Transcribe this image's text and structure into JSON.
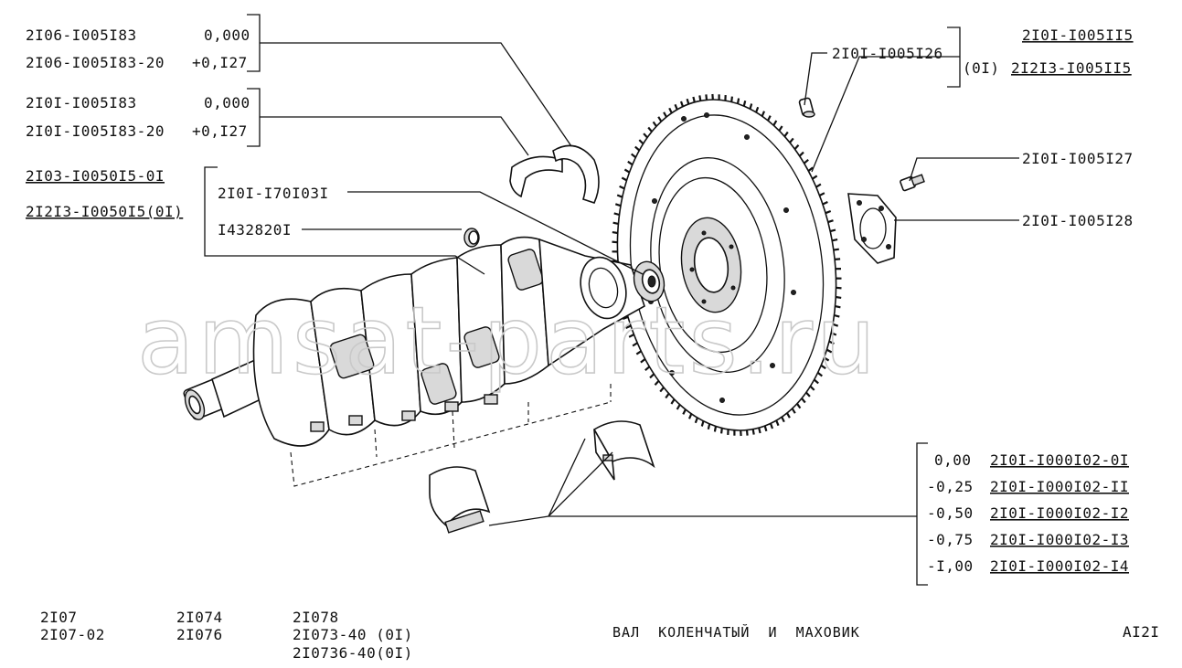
{
  "watermark": "amsat-parts.ru",
  "title": "ВАЛ  КОЛЕНЧАТЫЙ  И  МАХОВИК",
  "page_code": "AI2I",
  "models": {
    "col1": [
      "2I07",
      "2I07-02"
    ],
    "col2": [
      "2I074",
      "2I076"
    ],
    "col3": [
      "2I078",
      "2I073-40 (0I)",
      "2I0736-40(0I)"
    ]
  },
  "thrust_halfwashers": {
    "group1": [
      {
        "part": "2I06-I005I83",
        "size": "0,000"
      },
      {
        "part": "2I06-I005I83-20",
        "size": "+0,I27"
      }
    ],
    "group2": [
      {
        "part": "2I0I-I005I83",
        "size": "0,000"
      },
      {
        "part": "2I0I-I005I83-20",
        "size": "+0,I27"
      }
    ]
  },
  "crankshaft": {
    "parts": [
      "2I03-I0050I5-0I",
      "2I2I3-I0050I5(0I)"
    ],
    "bearing": "2I0I-I70I03I",
    "plug": "I432820I"
  },
  "flywheel": {
    "bolt": "2I0I-I005I26",
    "variant_a": "2I0I-I005II5",
    "variant_prefix": "(0I)",
    "variant_b": "2I2I3-I005II5",
    "washer_bolt": "2I0I-I005I27",
    "washer": "2I0I-I005I28"
  },
  "main_bearings": [
    {
      "size": "0,00",
      "part": "2I0I-I000I02-0I"
    },
    {
      "size": "-0,25",
      "part": "2I0I-I000I02-II"
    },
    {
      "size": "-0,50",
      "part": "2I0I-I000I02-I2"
    },
    {
      "size": "-0,75",
      "part": "2I0I-I000I02-I3"
    },
    {
      "size": "-I,00",
      "part": "2I0I-I000I02-I4"
    }
  ]
}
